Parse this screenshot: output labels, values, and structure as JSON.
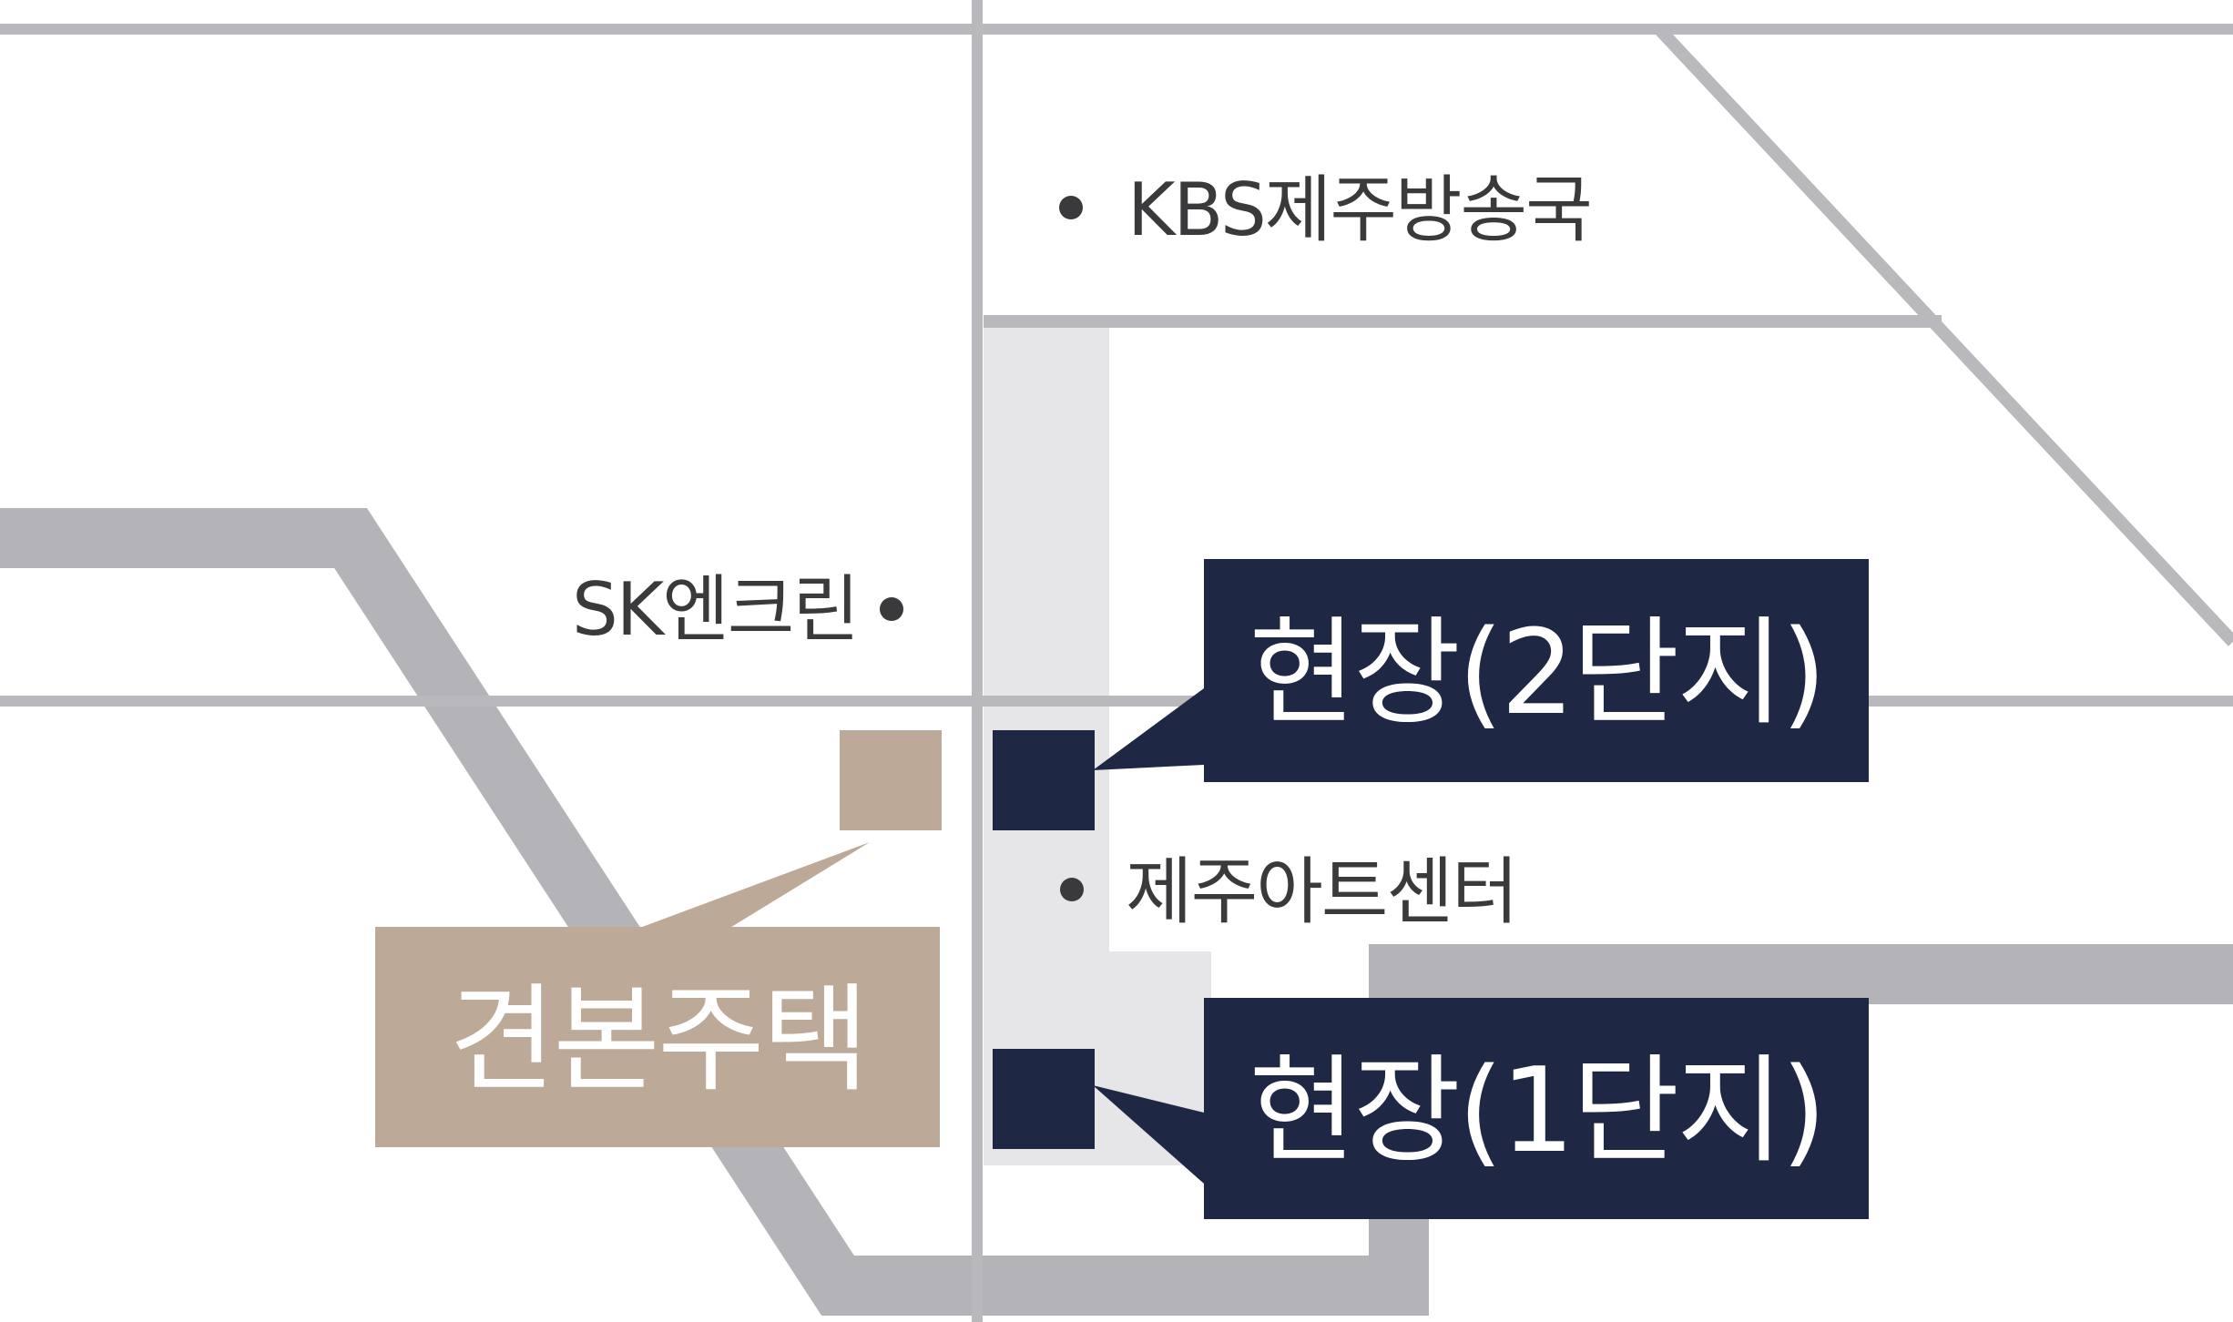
{
  "colors": {
    "background": "#ffffff",
    "road_thin": "#b9b9bd",
    "road_thick": "#b3b3b8",
    "road_light": "#e6e6e9",
    "site_navy": "#1e2844",
    "home_beige": "#bca997",
    "text_dark": "#3a3a3c",
    "text_light": "#ffffff"
  },
  "map": {
    "pois": {
      "kbs": {
        "label": "KBS제주방송국",
        "marker": "dot"
      },
      "sk": {
        "label": "SK엔크린",
        "marker": "dot"
      },
      "art": {
        "label": "제주아트센터",
        "marker": "dot"
      }
    },
    "sites": {
      "phase2": {
        "label": "현장(2단지)",
        "marker": "navy-square"
      },
      "phase1": {
        "label": "현장(1단지)",
        "marker": "navy-square"
      }
    },
    "home": {
      "label": "견본주택",
      "marker": "beige-square"
    }
  }
}
